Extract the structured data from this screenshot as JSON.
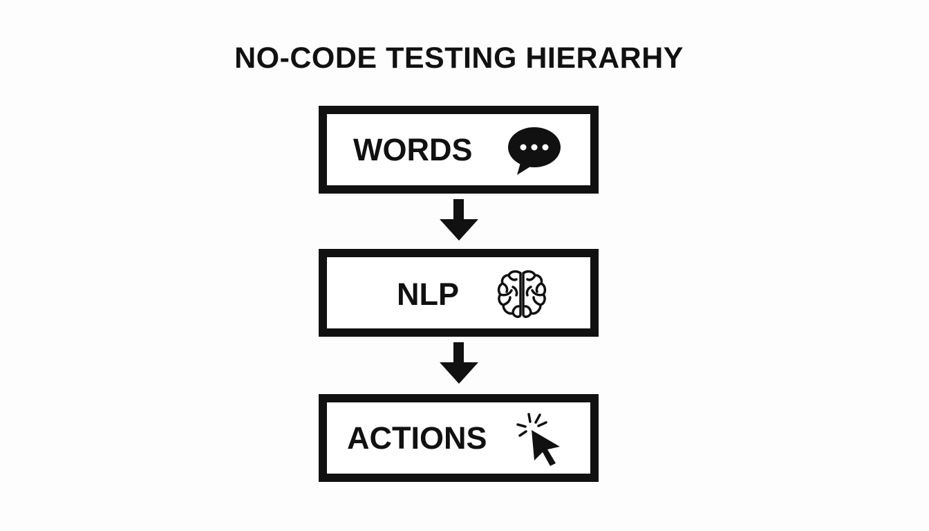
{
  "title": "NO-CODE TESTING HIERARHY",
  "steps": [
    {
      "label": "WORDS",
      "icon": "speech-bubble-icon"
    },
    {
      "label": "NLP",
      "icon": "brain-icon"
    },
    {
      "label": "ACTIONS",
      "icon": "cursor-click-icon"
    }
  ],
  "colors": {
    "background": "#fdfdfd",
    "stroke": "#111111",
    "box_fill": "#ffffff"
  }
}
